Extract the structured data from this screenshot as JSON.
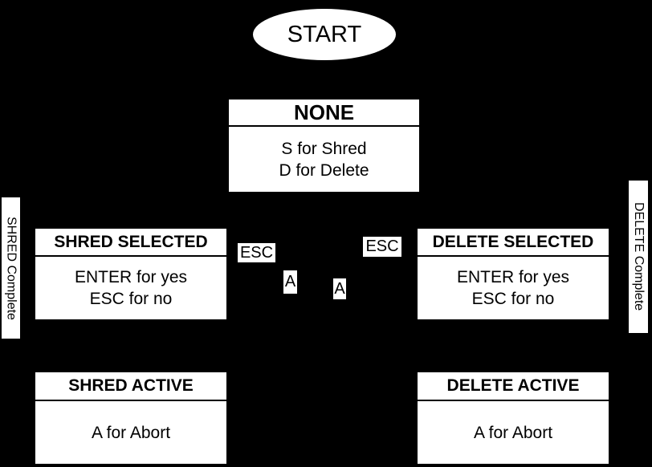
{
  "colors": {
    "background": "#000000",
    "node_fill": "#ffffff",
    "text": "#000000"
  },
  "diagram": {
    "start": {
      "label": "START"
    },
    "states": {
      "none": {
        "title": "NONE",
        "line1": "S for Shred",
        "line2": "D for Delete"
      },
      "shred_selected": {
        "title": "SHRED SELECTED",
        "line1": "ENTER for yes",
        "line2": "ESC for no"
      },
      "delete_selected": {
        "title": "DELETE SELECTED",
        "line1": "ENTER for yes",
        "line2": "ESC for no"
      },
      "shred_active": {
        "title": "SHRED ACTIVE",
        "line1": "A for Abort"
      },
      "delete_active": {
        "title": "DELETE ACTIVE",
        "line1": "A for Abort"
      }
    },
    "edge_labels": {
      "esc_left": "ESC",
      "esc_right": "ESC",
      "abort_left": "A",
      "abort_right": "A"
    },
    "side_labels": {
      "left": "SHRED Complete",
      "right": "DELETE Complete"
    }
  }
}
